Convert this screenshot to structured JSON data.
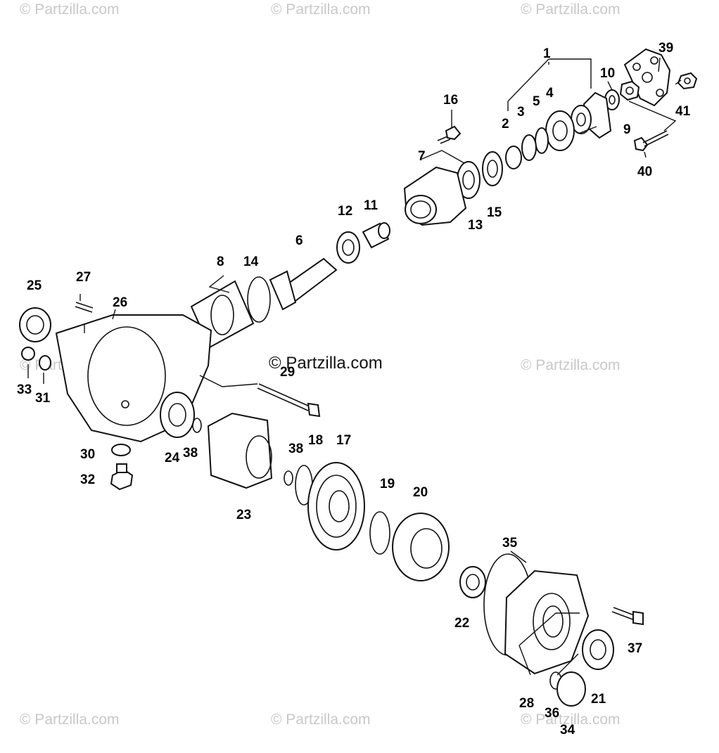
{
  "watermark": "© Partzilla.com",
  "center_watermark": "© Partzilla.com",
  "labels": {
    "p1": "1",
    "p2": "2",
    "p3": "3",
    "p4": "4",
    "p5": "5",
    "p6": "6",
    "p7": "7",
    "p8": "8",
    "p9": "9",
    "p10": "10",
    "p11": "11",
    "p12": "12",
    "p13": "13",
    "p14": "14",
    "p15": "15",
    "p16": "16",
    "p17": "17",
    "p18": "18",
    "p19": "19",
    "p20": "20",
    "p21": "21",
    "p22": "22",
    "p23": "23",
    "p24": "24",
    "p25": "25",
    "p26": "26",
    "p27": "27",
    "p28": "28",
    "p29": "29",
    "p30": "30",
    "p31": "31",
    "p32": "32",
    "p33": "33",
    "p34": "34",
    "p35": "35",
    "p36": "36",
    "p37": "37",
    "p38a": "38",
    "p38b": "38",
    "p39": "39",
    "p40": "40",
    "p41": "41"
  }
}
